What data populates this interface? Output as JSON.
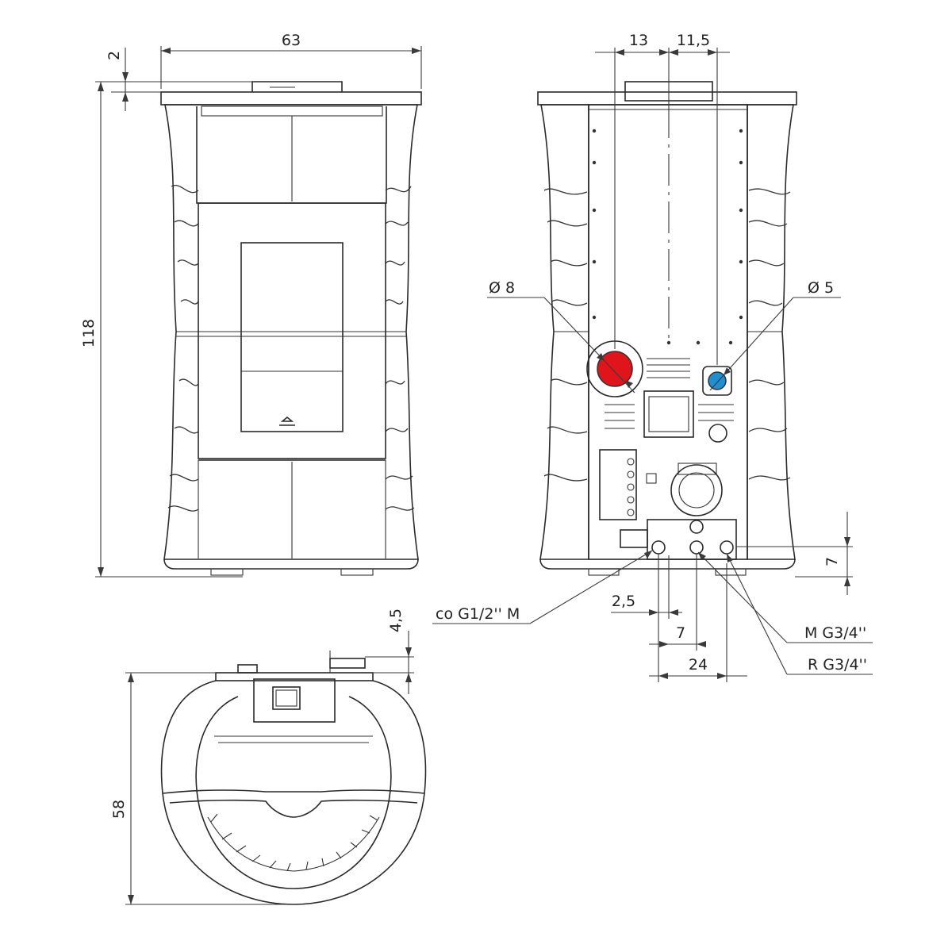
{
  "dimensions": {
    "front_width": "63",
    "top_plate": "2",
    "height": "118",
    "rear_offset_left": "13",
    "rear_offset_right": "11,5",
    "flue_diameter": "Ø 8",
    "air_intake_diameter": "Ø 5",
    "bottom_right_height": "7",
    "connection_offset_a": "2,5",
    "connection_offset_b": "7",
    "connection_offset_c": "24",
    "top_view_offset": "4,5",
    "depth": "58"
  },
  "connections": {
    "co": "co G1/2'' M",
    "m": "M G3/4''",
    "r": "R G3/4''"
  },
  "colors": {
    "flue": "#e0141b",
    "air_intake": "#1f8fd0",
    "line": "#2a2a2a"
  }
}
